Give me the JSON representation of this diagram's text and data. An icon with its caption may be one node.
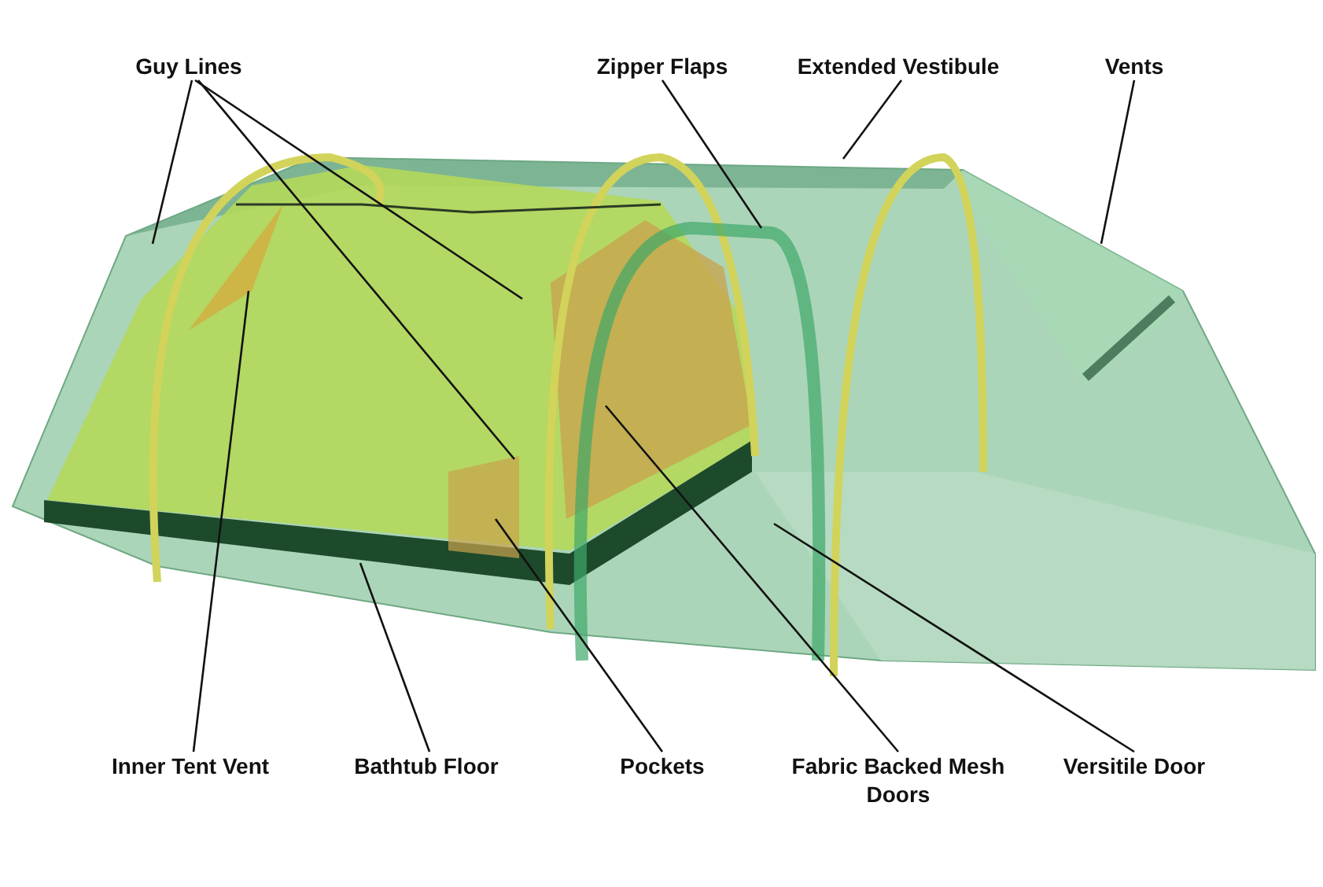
{
  "diagram": {
    "nodes": [
      {
        "text": [
          "Guy Lines"
        ]
      },
      {
        "text": [
          "Zipper Flaps"
        ]
      },
      {
        "text": [
          "Extended Vestibule"
        ]
      },
      {
        "text": [
          "Vents"
        ]
      },
      {
        "text": [
          "Inner Tent Vent"
        ]
      },
      {
        "text": [
          "Bathtub Floor"
        ]
      },
      {
        "text": [
          "Pockets"
        ]
      },
      {
        "text": [
          "Fabric Backed Mesh Doors"
        ]
      },
      {
        "text": [
          "Versitile Door"
        ]
      }
    ],
    "edges": [
      {
        "from": 0,
        "to": null,
        "arrow": "none"
      },
      {
        "from": 0,
        "to": null,
        "arrow": "none"
      },
      {
        "from": 0,
        "to": null,
        "arrow": "none"
      },
      {
        "from": 1,
        "to": null,
        "arrow": "none"
      },
      {
        "from": 2,
        "to": null,
        "arrow": "none"
      },
      {
        "from": 3,
        "to": null,
        "arrow": "none"
      },
      {
        "from": 4,
        "to": null,
        "arrow": "none"
      },
      {
        "from": 5,
        "to": null,
        "arrow": "none"
      },
      {
        "from": 6,
        "to": null,
        "arrow": "none"
      },
      {
        "from": 7,
        "to": null,
        "arrow": "none"
      },
      {
        "from": 8,
        "to": null,
        "arrow": "none"
      }
    ]
  }
}
